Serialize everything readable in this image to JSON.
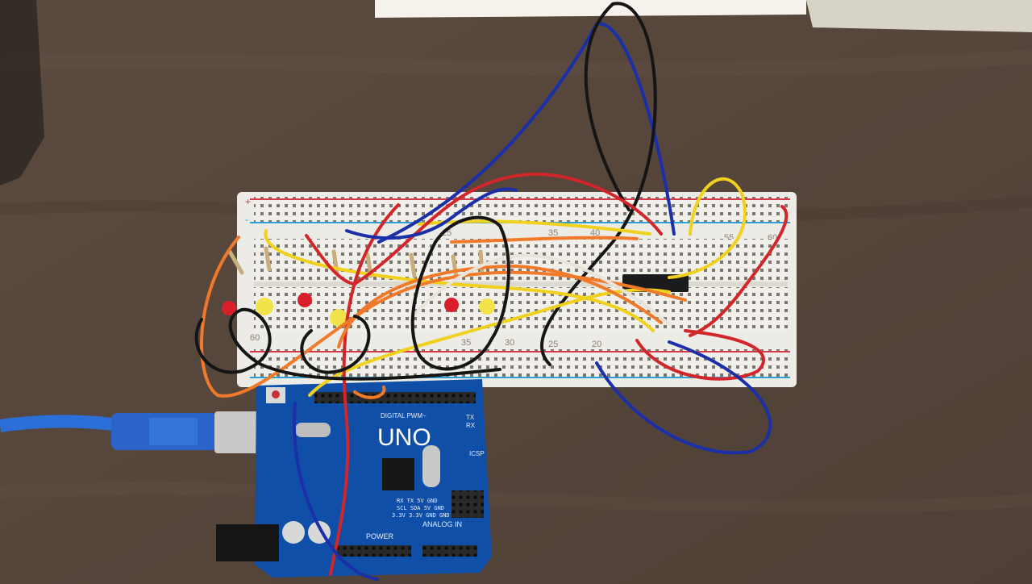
{
  "arduino": {
    "logo_text": "UNO",
    "digital_label": "DIGITAL PWM~",
    "power_label": "POWER",
    "analog_label": "ANALOG IN",
    "icsp_label": "ICSP",
    "tx_label": "TX",
    "rx_label": "RX",
    "row1": "RX  TX  5V  GND",
    "row2": "SCL SDA 5V  GND",
    "row3": "3.3V 3.3V GND GND"
  },
  "breadboard": {
    "top_numbers": [
      "25",
      "35",
      "40",
      "55",
      "60"
    ],
    "bottom_numbers": [
      "60",
      "35",
      "30",
      "25",
      "20"
    ],
    "plus_sign": "+",
    "minus_sign": "-"
  },
  "colors": {
    "wire_red": "#d2262a",
    "wire_blue": "#1b2fa8",
    "wire_black": "#151515",
    "wire_yellow": "#f0d21e",
    "wire_orange": "#f07a2a",
    "wire_white": "#e8e4da",
    "board_blue": "#0f4fa8"
  }
}
